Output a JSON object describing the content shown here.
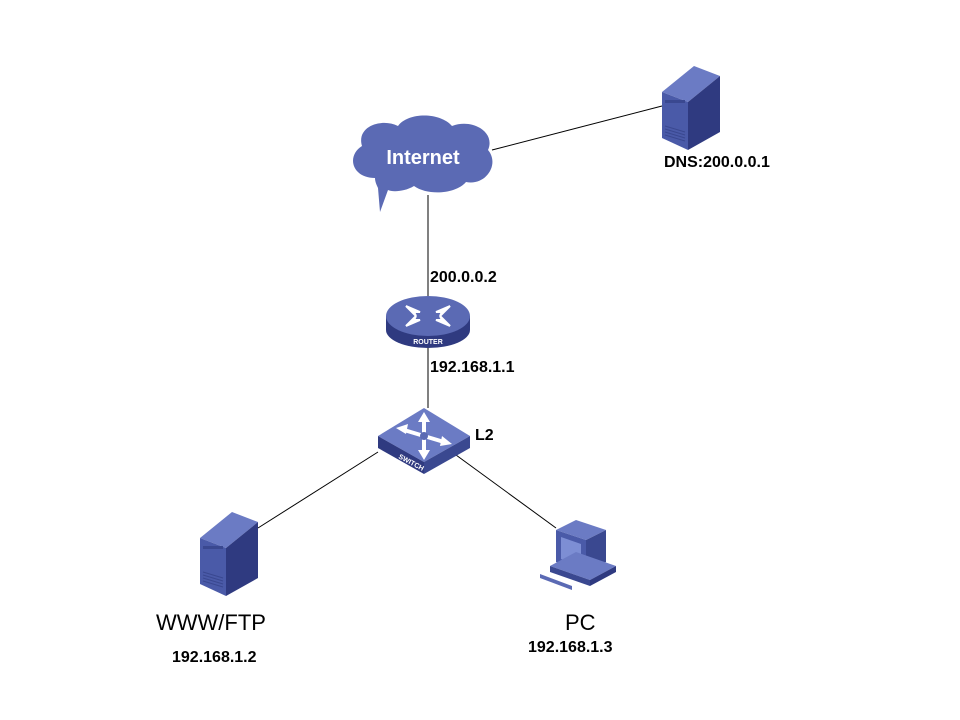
{
  "diagram": {
    "type": "network-topology",
    "nodes": {
      "internet": {
        "label": "Internet",
        "kind": "cloud"
      },
      "dns_server": {
        "label": "DNS:200.0.0.1",
        "kind": "server"
      },
      "router": {
        "label": "ROUTER",
        "kind": "router",
        "wan_ip": "200.0.0.2",
        "lan_ip": "192.168.1.1"
      },
      "switch": {
        "label": "SWITCH",
        "kind": "switch",
        "tag": "L2"
      },
      "www_ftp": {
        "label": "WWW/FTP",
        "ip": "192.168.1.2",
        "kind": "server"
      },
      "pc": {
        "label": "PC",
        "ip": "192.168.1.3",
        "kind": "pc"
      }
    },
    "links": [
      {
        "from": "internet",
        "to": "dns_server"
      },
      {
        "from": "internet",
        "to": "router"
      },
      {
        "from": "router",
        "to": "switch"
      },
      {
        "from": "switch",
        "to": "www_ftp"
      },
      {
        "from": "switch",
        "to": "pc"
      }
    ],
    "colors": {
      "device": "#4a5aa8",
      "device_dark": "#2f3a80",
      "device_light": "#6b7bc4",
      "cloud": "#5b6ab4",
      "line": "#000000"
    }
  }
}
